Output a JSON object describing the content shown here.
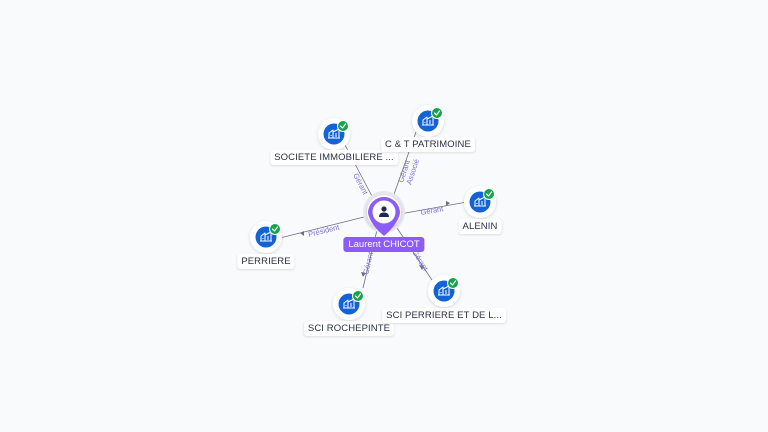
{
  "center": {
    "name": "Laurent CHICOT",
    "icon": "person-icon"
  },
  "companies": [
    {
      "id": "societe",
      "label": "SOCIETE IMMOBILIERE ...",
      "relation": "Gérant",
      "verified": true
    },
    {
      "id": "ct",
      "label": "C & T PATRIMOINE",
      "relation": "Gérant, Associé",
      "verified": true
    },
    {
      "id": "alenin",
      "label": "ALENIN",
      "relation": "Gérant",
      "verified": true
    },
    {
      "id": "perriere",
      "label": "PERRIERE",
      "relation": "Président",
      "verified": true
    },
    {
      "id": "rochepinte",
      "label": "SCI ROCHEPINTE",
      "relation": "Gérant",
      "verified": true
    },
    {
      "id": "sciperriere",
      "label": "SCI PERRIERE ET DE L...",
      "relation": "Gérant",
      "verified": true
    }
  ],
  "colors": {
    "company_node": "#1463d6",
    "check_badge": "#16a34a",
    "center_node": "#8b5cf6",
    "edge": "#7c6fd6"
  },
  "icons": {
    "company": "building-icon",
    "verified": "check-badge-icon"
  }
}
